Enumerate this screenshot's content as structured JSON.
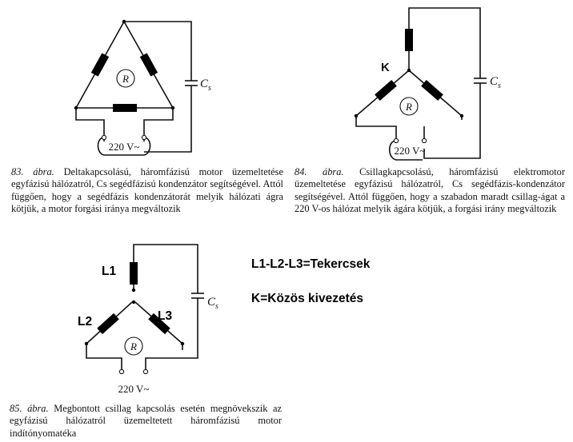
{
  "figures": [
    {
      "id": "83",
      "caption_number": "83. ábra.",
      "caption_text": "Deltakapcsolású, háromfázisú motor üzemeltetése egyfázisú hálózatról, Cs segédfázisú kondenzátor segítségével. Attól függően, hogy a segédfázis kondenzátorát melyik hálózati ágra kötjük, a motor forgási iránya megváltozik",
      "capacitor_label": "Cs",
      "motor_label": "R",
      "supply_label": "220 V~"
    },
    {
      "id": "84",
      "caption_number": "84. ábra.",
      "caption_text": "Csillagkapcsolású, háromfázisú elektromotor üzemeltetése egyfázisú hálózatról, Cs segédfázis-kondenzátor segítségével. Attól függően, hogy a szabadon maradt csillag-ágat a 220 V-os hálózat melyik ágára kötjük, a forgási irány megváltozik",
      "capacitor_label": "Cs",
      "motor_label": "R",
      "supply_label": "220 V~",
      "node_label": "K"
    },
    {
      "id": "85",
      "caption_number": "85. ábra.",
      "caption_text": "Megbontott csillag kapcsolás esetén megnövekszik az egyfázisú hálózatról üzemeltetett háromfázisú motor indítónyomatéka",
      "capacitor_label": "Cs",
      "motor_label": "R",
      "supply_label": "220 V~",
      "coil_labels": [
        "L1",
        "L2",
        "L3"
      ]
    }
  ],
  "legend": [
    "L1-L2-L3=Tekercsek",
    "K=Közös kivezetés"
  ]
}
